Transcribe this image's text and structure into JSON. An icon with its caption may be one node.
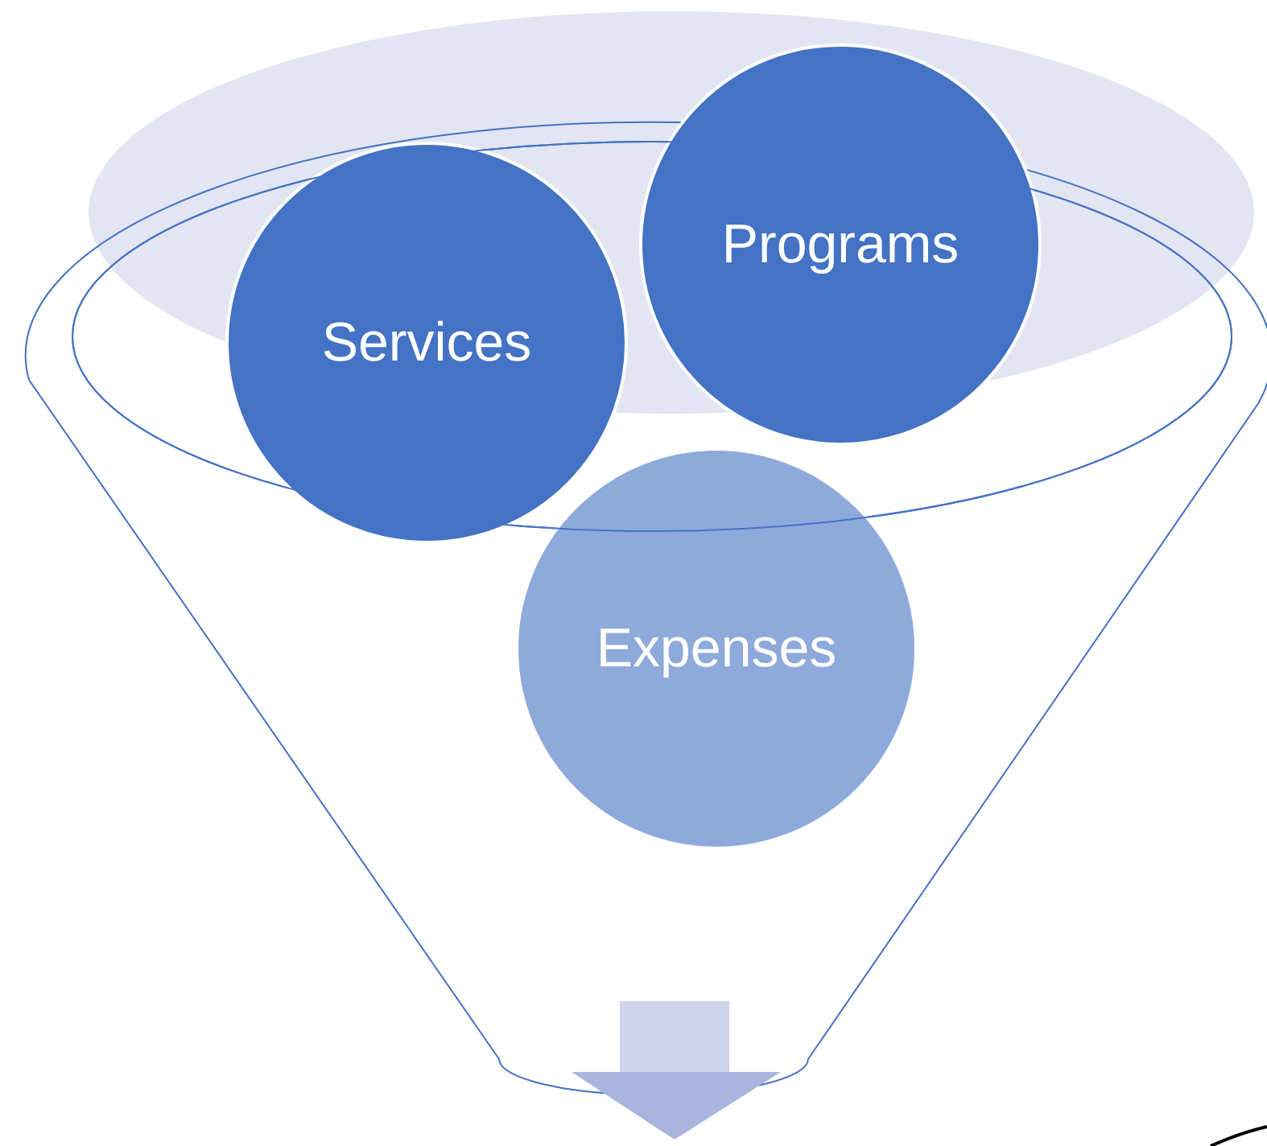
{
  "diagram": {
    "nodes": [
      {
        "text": [
          "Services"
        ]
      },
      {
        "text": [
          "Programs"
        ]
      },
      {
        "text": [
          "Expenses"
        ]
      }
    ],
    "edges": []
  }
}
